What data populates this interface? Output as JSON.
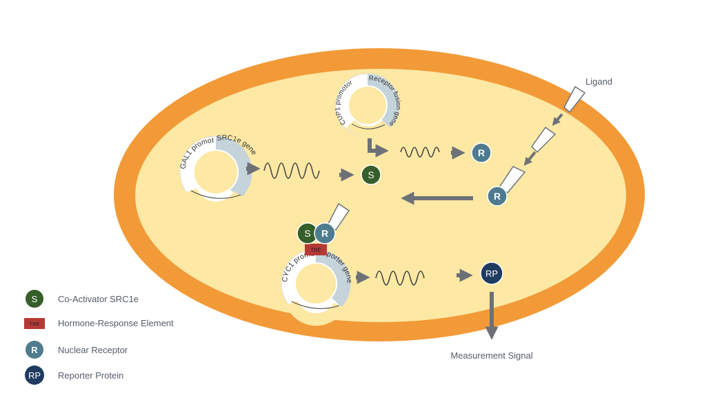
{
  "labels": {
    "ligand": "Ligand",
    "measurement": "Measurement Signal"
  },
  "molecules": {
    "s": "S",
    "r": "R",
    "rp": "RP",
    "tre": "TRE"
  },
  "plasmids": {
    "gal1": {
      "promoter": "GAL1 promotor",
      "gene": "SRC1e gene"
    },
    "cup1": {
      "promoter": "CUP1 promotor",
      "gene": "Receptor fusion gene"
    },
    "cyc1": {
      "promoter": "CYC1 promotor",
      "gene": "Reporter gene"
    }
  },
  "legend": {
    "items": [
      {
        "symbol": "S",
        "label": "Co-Activator SRC1e"
      },
      {
        "symbol": "TRE",
        "label": "Hormone-Response Element"
      },
      {
        "symbol": "R",
        "label": "Nuclear Receptor"
      },
      {
        "symbol": "RP",
        "label": "Reporter Protein"
      }
    ]
  },
  "colors": {
    "cell_wall": "#f29a38",
    "cytoplasm": "#fde8a4",
    "arrow": "#6d7177",
    "coactivator": "#355e2b",
    "receptor": "#4f7b8f",
    "reporter": "#1f3b60",
    "tre": "#b53a36",
    "gene_band": "#c5d3da"
  }
}
